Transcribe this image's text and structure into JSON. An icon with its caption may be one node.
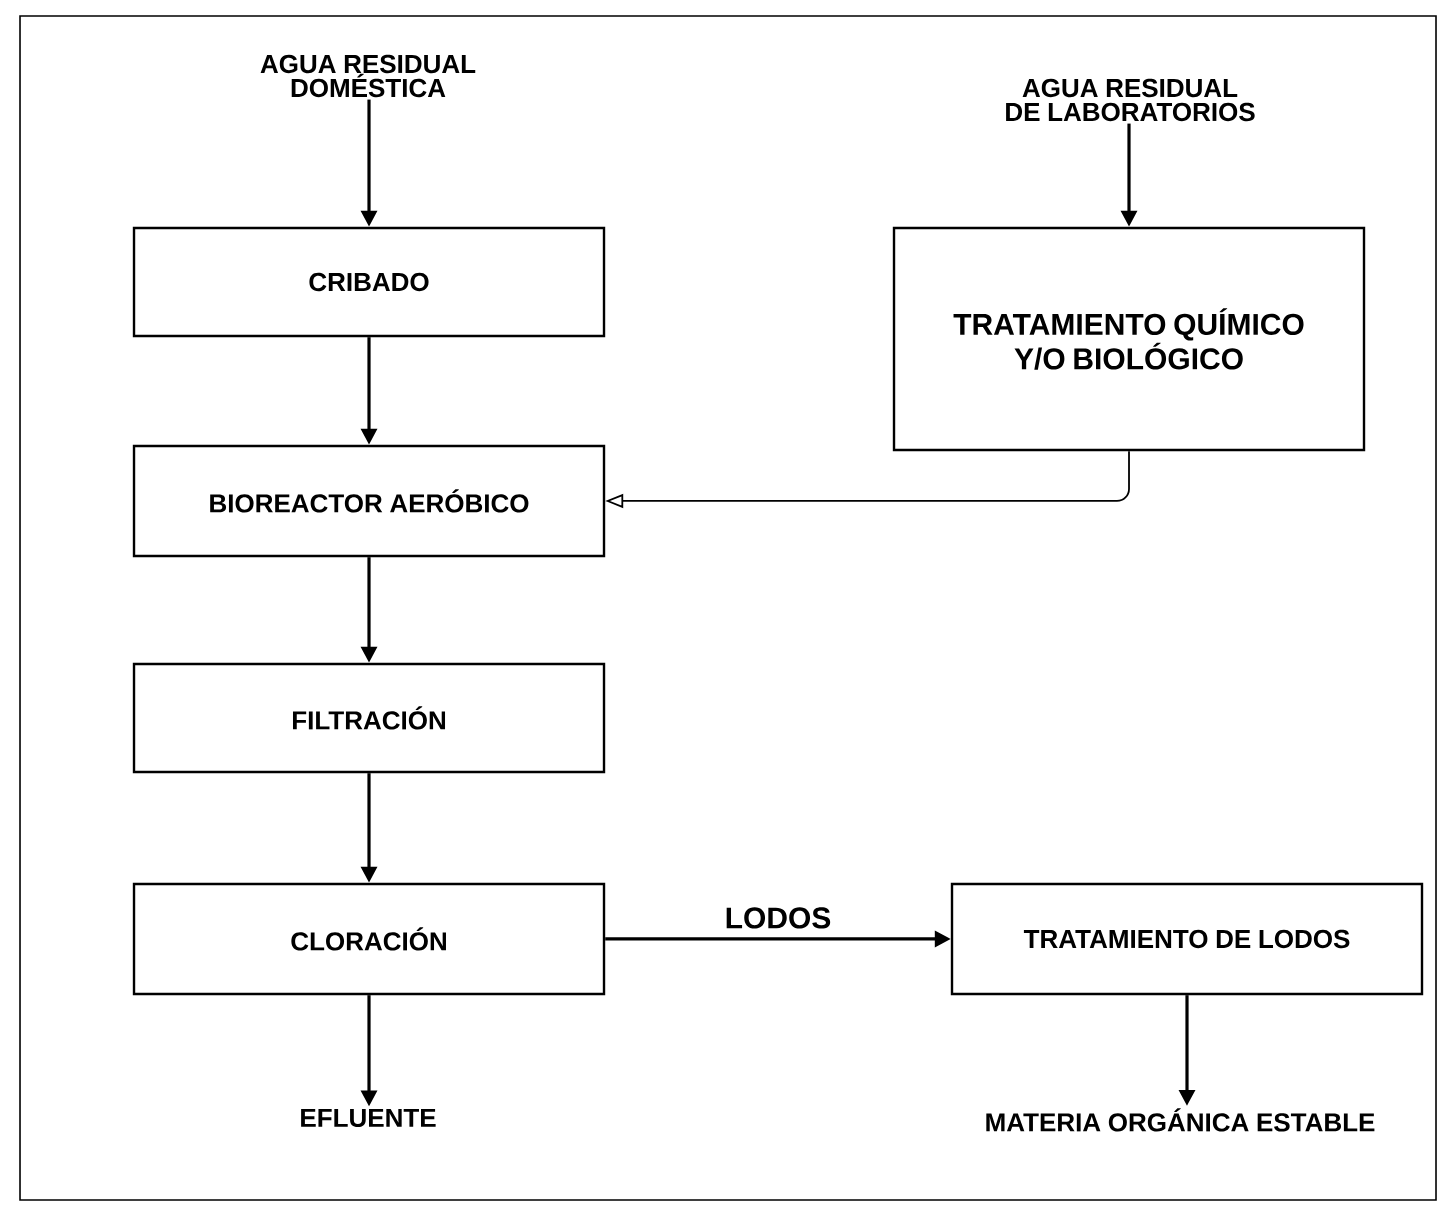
{
  "diagram": {
    "nodes": [
      {
        "text": [
          "AGUA RESIDUAL DOMÉSTICA"
        ]
      },
      {
        "text": [
          "AGUA RESIDUAL DE LABORATORIOS"
        ]
      },
      {
        "text": [
          "CRIBADO"
        ]
      },
      {
        "text": [
          "TRATAMIENTO QUÍMICO Y/O BIOLÓGICO"
        ]
      },
      {
        "text": [
          "BIOREACTOR AERÓBICO"
        ]
      },
      {
        "text": [
          "FILTRACIÓN"
        ]
      },
      {
        "text": [
          "CLORACIÓN"
        ]
      },
      {
        "text": [
          "TRATAMIENTO DE LODOS"
        ]
      },
      {
        "text": [
          "EFLUENTE"
        ]
      },
      {
        "text": [
          "MATERIA ORGÁNICA ESTABLE"
        ]
      }
    ],
    "edges": [
      {
        "from": 0,
        "to": 2,
        "arrow": "to"
      },
      {
        "from": 1,
        "to": 3,
        "arrow": "to"
      },
      {
        "from": 2,
        "to": 4,
        "arrow": "to"
      },
      {
        "from": 3,
        "to": 4,
        "arrow": "to"
      },
      {
        "from": 4,
        "to": 5,
        "arrow": "to"
      },
      {
        "from": 5,
        "to": 6,
        "arrow": "to"
      },
      {
        "from": 6,
        "to": 7,
        "arrow": "to",
        "label": "LODOS"
      },
      {
        "from": 6,
        "to": 8,
        "arrow": "to"
      },
      {
        "from": 7,
        "to": 9,
        "arrow": "to"
      }
    ]
  }
}
